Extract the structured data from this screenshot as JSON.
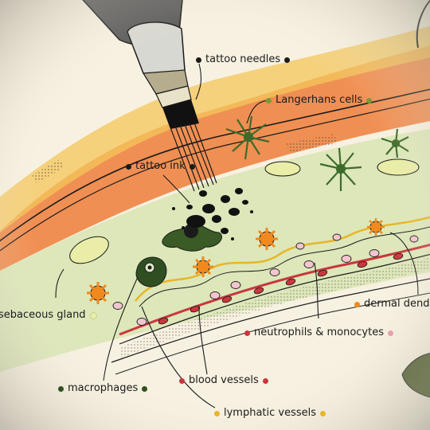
{
  "labels": {
    "tattoo_needles": "tattoo needles",
    "langerhans_cells": "Langerhans cells",
    "tattoo_ink": "tattoo ink",
    "sebaceous_gland": "sebaceous gland",
    "dermal_dendritic": "dermal dend",
    "neutrophils_monocytes": "neutrophils & monocytes",
    "blood_vessels": "blood vessels",
    "macrophages": "macrophages",
    "lymphatic_vessels": "lymphatic vessels"
  },
  "colors": {
    "background": "#f7f1e1",
    "epidermis_orange": "#ee7e3a",
    "epidermis_yellow": "#f4c55a",
    "dermis_green": "#d9e6b6",
    "langerhans_green": "#3f6b2a",
    "macrophage_green": "#2f4f22",
    "blood_vessel_red": "#c8373d",
    "lymphatic_yellow": "#e6b627",
    "neutrophil_pink": "#e6a0b0",
    "dendritic_orange": "#f08a1e",
    "ink_black": "#111111"
  }
}
